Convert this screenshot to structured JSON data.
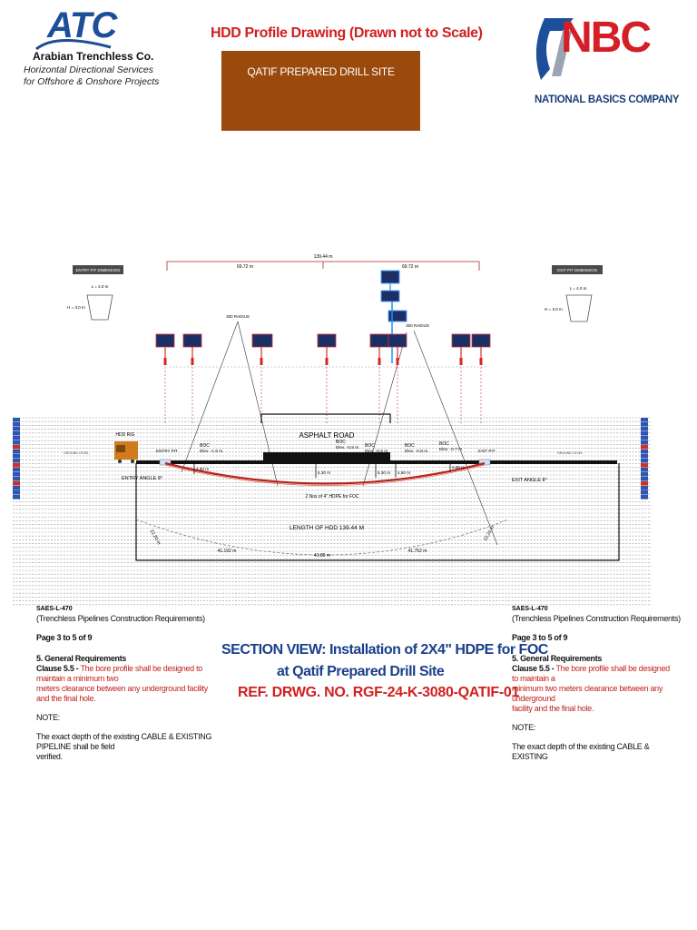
{
  "header": {
    "atc_logo_text": "ATC",
    "atc_company": "Arabian Trenchless Co.",
    "atc_tagline_1": "Horizontal Directional Services",
    "atc_tagline_2": "for Offshore & Onshore Projects",
    "title": "HDD Profile Drawing (Drawn not to Scale)",
    "site_banner": "QATIF PREPARED DRILL SITE",
    "nbc_logo_text": "NBC",
    "nbc_company": "NATIONAL BASICS COMPANY"
  },
  "drawing": {
    "total_length": "139.44 m",
    "left_span": "69.72 m",
    "right_span": "69.72 m",
    "entry_pit_label": "ENTRY PIT DIMENSION",
    "exit_pit_label": "EXIT PIT DIMENSION",
    "entry_pit_length": "L = 4.0 m",
    "entry_pit_depth": "H = 3.0 m",
    "exit_pit_length": "L = 4.0 m",
    "exit_pit_depth": "H = 3.0 m",
    "radius_left": "300 RADIUS",
    "radius_right": "300 RADIUS",
    "asphalt_road": "ASPHALT ROAD",
    "hdd_rig": "HDD RIG",
    "entry_pit": "ENTRY PIT",
    "exit_pit": "EXIT PIT",
    "ground_level_left": "GROUND LEVEL",
    "ground_level_right": "GROUND LEVEL",
    "boc_labels": [
      {
        "boc": "BOC",
        "elev": "Elev. -1.8 m"
      },
      {
        "boc": "BOC",
        "elev": "Elev. -0.8 m"
      },
      {
        "boc": "BOC",
        "elev": "Elev. -0.8 m"
      },
      {
        "boc": "BOC",
        "elev": "Elev. -0.8 m"
      },
      {
        "boc": "BOC",
        "elev": "Elev. -0.7 m"
      }
    ],
    "depths": [
      "2.60 m",
      "5.30 m",
      "5.30 m",
      "4.80 m",
      "2.60 m"
    ],
    "entry_angle": "ENTRY ANGLE 8°",
    "exit_angle": "EXIT ANGLE 8°",
    "pipe_label": "2 Nos of 4\" HDPE for FOC",
    "length_label": "LENGTH OF HDD 139.44 M",
    "arc_left": "22.20 m",
    "arc_right": "22.20 m",
    "bottom_left": "41.192 m",
    "bottom_mid": "41.80 m",
    "bottom_right": "41.752 m",
    "saes_left": "SAES-L-470",
    "saes_right": "SAES-L-470",
    "saes_sub_left": "(Trenchless Pipelines Construction Requirements)",
    "saes_sub_right": "(Trenchless Pipelines Construction Requirements)"
  },
  "section": {
    "title_1": "SECTION VIEW: Installation of 2X4\" HDPE for FOC",
    "title_2": "at Qatif Prepared Drill Site",
    "ref": "REF. DRWG. NO. RGF-24-K-3080-QATIF-01"
  },
  "left_notes": {
    "page": "Page 3 to 5 of 9",
    "heading": "5. General Requirements",
    "clause_label": "Clause 5.5 -",
    "clause_text_1": "The bore profile shall be designed to maintain a minimum two",
    "clause_text_2": "meters clearance between any underground facility and the final hole.",
    "note": "NOTE:",
    "note_text_1": "The exact depth of the existing CABLE & EXISTING PIPELINE shall be field",
    "note_text_2": "verified."
  },
  "right_notes": {
    "page": "Page 3 to 5 of 9",
    "heading": "5. General Requirements",
    "clause_label": "Clause 5.5 -",
    "clause_text_1": "The bore profile shall be designed to maintain a",
    "clause_text_2": "minimum two meters clearance between any underground",
    "clause_text_3": "facility and the final hole.",
    "note": "NOTE:",
    "note_text_1": "The exact depth of the existing CABLE & EXISTING"
  },
  "colors": {
    "brand_blue": "#1d4e9a",
    "brand_red": "#d21f1f",
    "banner_brown": "#9a4a0c",
    "pipe_red": "#b5231f",
    "marker_navy": "#1b2f66"
  }
}
